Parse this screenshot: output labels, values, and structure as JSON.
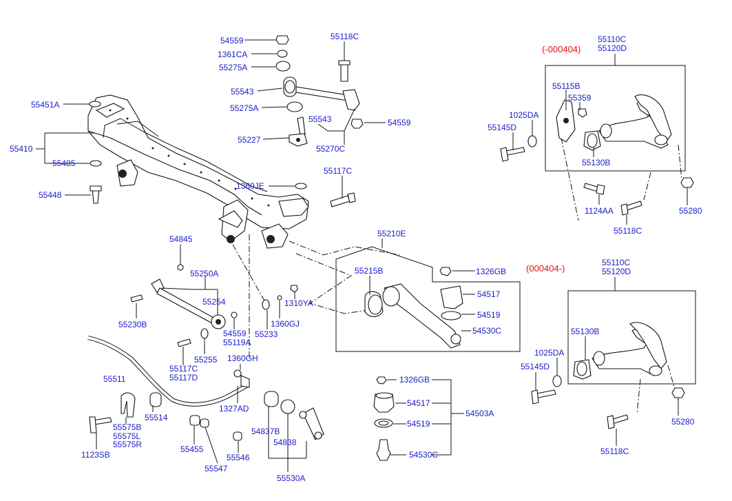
{
  "variants": {
    "top": "(-000404)",
    "bottom": "(000404-)"
  },
  "labels": {
    "l54559a": "54559",
    "l1361CA": "1361CA",
    "l55275Aa": "55275A",
    "l55118Ca": "55118C",
    "l55543a": "55543",
    "l55275Ab": "55275A",
    "l55543b": "55543",
    "l54559b": "54559",
    "l55227": "55227",
    "l55270C": "55270C",
    "l55451A": "55451A",
    "l55410": "55410",
    "l55485": "55485",
    "l55448": "55448",
    "l1360JE": "1360JE",
    "l55117Ca": "55117C",
    "l54845": "54845",
    "l55250A": "55250A",
    "l55254": "55254",
    "l55230B": "55230B",
    "l54559c": "54559",
    "l55119A": "55119A",
    "l55233": "55233",
    "l1360GJ": "1360GJ",
    "l1310YA": "1310YA",
    "l55117Cb": "55117C",
    "l55117D": "55117D",
    "l55255": "55255",
    "l55210E": "55210E",
    "l55215B": "55215B",
    "l1326GBa": "1326GB",
    "l54517a": "54517",
    "l54519a": "54519",
    "l54530Ca": "54530C",
    "l1360GH": "1360GH",
    "l55511": "55511",
    "l1327AD": "1327AD",
    "l55514": "55514",
    "l55575B": "55575B",
    "l55575L": "55575L",
    "l55575R": "55575R",
    "l1123SB": "1123SB",
    "l55455": "55455",
    "l55547": "55547",
    "l55546": "55546",
    "l54837B": "54837B",
    "l54838": "54838",
    "l55530A": "55530A",
    "l1326GBb": "1326GB",
    "l54517b": "54517",
    "l54519b": "54519",
    "l54530Cb": "54530C",
    "l54503A": "54503A",
    "l55110Ca": "55110C",
    "l55120Da": "55120D",
    "l55115B": "55115B",
    "l55359": "55359",
    "l1025DAa": "1025DA",
    "l55145Da": "55145D",
    "l55130Ba": "55130B",
    "l1124AA": "1124AA",
    "l55118Cb": "55118C",
    "l55280a": "55280",
    "l55110Cb": "55110C",
    "l55120Db": "55120D",
    "l55130Bb": "55130B",
    "l1025DAb": "1025DA",
    "l55145Db": "55145D",
    "l55280b": "55280",
    "l55118Cc": "55118C"
  },
  "colors": {
    "label": "#1a1acc",
    "variant": "#e01010",
    "line": "#111111"
  }
}
